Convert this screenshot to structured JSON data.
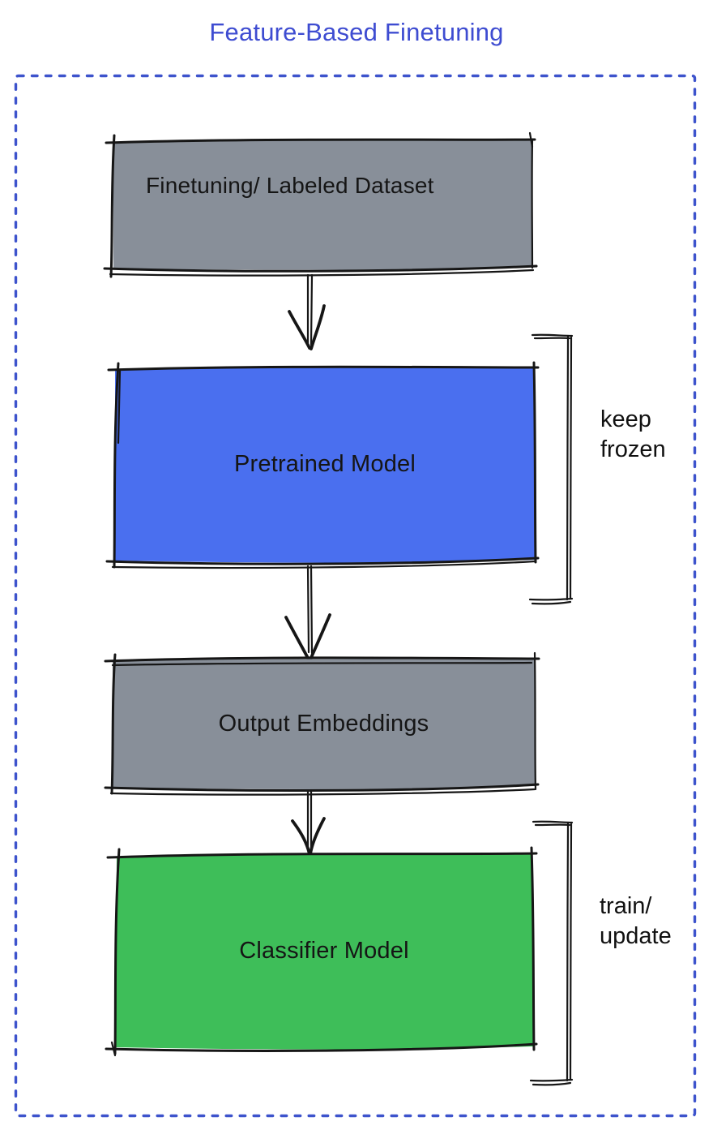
{
  "title": {
    "text": "Feature-Based Finetuning",
    "color": "#3E4CD1"
  },
  "boundary": {
    "color": "#3D53CC",
    "style": "dashed"
  },
  "ink": {
    "color": "#161616"
  },
  "nodes": [
    {
      "id": "finetuning-dataset",
      "label": "Finetuning/ Labeled Dataset",
      "fill": "#888F99"
    },
    {
      "id": "pretrained-model",
      "label": "Pretrained Model",
      "fill": "#4A6FEF"
    },
    {
      "id": "output-embeddings",
      "label": "Output Embeddings",
      "fill": "#888F99"
    },
    {
      "id": "classifier-model",
      "label": "Classifier Model",
      "fill": "#3EBE59"
    }
  ],
  "annotations": [
    {
      "label": "keep\nfrozen",
      "target": "pretrained-model"
    },
    {
      "label": "train/\nupdate",
      "target": "classifier-model"
    }
  ],
  "edges": [
    {
      "from": "finetuning-dataset",
      "to": "pretrained-model"
    },
    {
      "from": "pretrained-model",
      "to": "output-embeddings"
    },
    {
      "from": "output-embeddings",
      "to": "classifier-model"
    }
  ]
}
